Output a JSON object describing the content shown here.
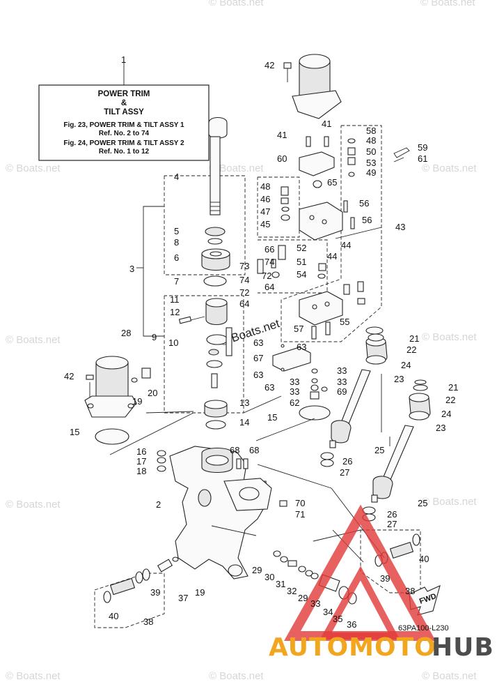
{
  "title_box": {
    "line1": "POWER TRIM",
    "line2": "&",
    "line3": "TILT ASSY",
    "line4": "Fig. 23, POWER TRIM & TILT ASSY 1",
    "line5": "Ref. No. 2 to 74",
    "line6": "Fig. 24, POWER TRIM & TILT ASSY 2",
    "line7": "Ref. No. 1 to 12"
  },
  "reference_code": "63PA100-L230",
  "fwd_label": "FWD",
  "watermark": "© Boats.net",
  "logo": {
    "part1": "AUTOMOTO",
    "part2": "HUB",
    "color1": "#f2a61f",
    "color2": "#4d4d4d",
    "triangle_color": "#e23a3a"
  },
  "callouts": {
    "c1": "1",
    "c2": "2",
    "c3": "3",
    "c4": "4",
    "c5": "5",
    "c6": "6",
    "c7": "7",
    "c8": "8",
    "c9": "9",
    "c10": "10",
    "c11": "11",
    "c12": "12",
    "c13": "13",
    "c14": "14",
    "c15": "15",
    "c16": "16",
    "c17": "17",
    "c18": "18",
    "c19": "19",
    "c20": "20",
    "c21": "21",
    "c22": "22",
    "c23": "23",
    "c24": "24",
    "c25": "25",
    "c26": "26",
    "c27": "27",
    "c28": "28",
    "c29": "29",
    "c30": "30",
    "c31": "31",
    "c32": "32",
    "c33": "33",
    "c34": "34",
    "c35": "35",
    "c36": "36",
    "c37": "37",
    "c38": "38",
    "c39": "39",
    "c40": "40",
    "c41": "41",
    "c42": "42",
    "c43": "43",
    "c44": "44",
    "c45": "45",
    "c46": "46",
    "c47": "47",
    "c48": "48",
    "c49": "49",
    "c50": "50",
    "c51": "51",
    "c52": "52",
    "c53": "53",
    "c54": "54",
    "c55": "55",
    "c56": "56",
    "c57": "57",
    "c58": "58",
    "c59": "59",
    "c60": "60",
    "c61": "61",
    "c62": "62",
    "c63": "63",
    "c64": "64",
    "c65": "65",
    "c66": "66",
    "c67": "67",
    "c68": "68",
    "c69": "69",
    "c70": "70",
    "c71": "71",
    "c72": "72",
    "c73": "73",
    "c74": "74"
  }
}
